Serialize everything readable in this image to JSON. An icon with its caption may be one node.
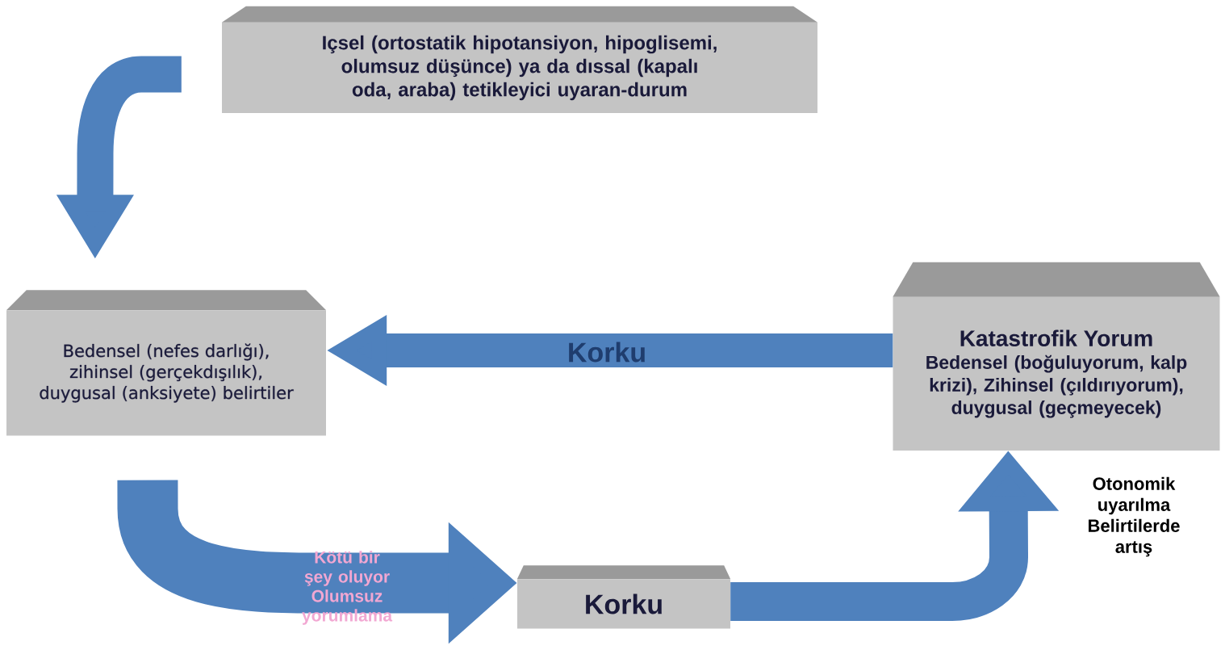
{
  "diagram": {
    "nodes": [
      {
        "text": [
          "Içsel (ortostatik hipotansiyon, hipoglisemi, olumsuz düşünce) ya da dıssal (kapalı oda, araba) tetikleyici uyaran-durum"
        ]
      },
      {
        "text": [
          "Bedensel (nefes darlığı), zihinsel (gerçekdışılık), duygusal (anksiyete) belirtiler"
        ]
      },
      {
        "text": [
          "Katastrofik Yorum",
          "Bedensel (boğuluyorum, kalp krizi), Zihinsel (çıldırıyorum), duygusal (geçmeyecek)"
        ]
      },
      {
        "text": [
          "Korku"
        ]
      }
    ],
    "edges": [
      {
        "from": 0,
        "to": 1,
        "arrow": "to"
      },
      {
        "from": 2,
        "to": 1,
        "arrow": "to",
        "label": "Korku"
      },
      {
        "from": 1,
        "to": 3,
        "arrow": "to",
        "label": "Kötü bir şey oluyor Olumsuz yorumlama"
      },
      {
        "from": 3,
        "to": 2,
        "arrow": "to",
        "label": "Otonomik uyarılma Belirtilerde artış"
      }
    ]
  }
}
